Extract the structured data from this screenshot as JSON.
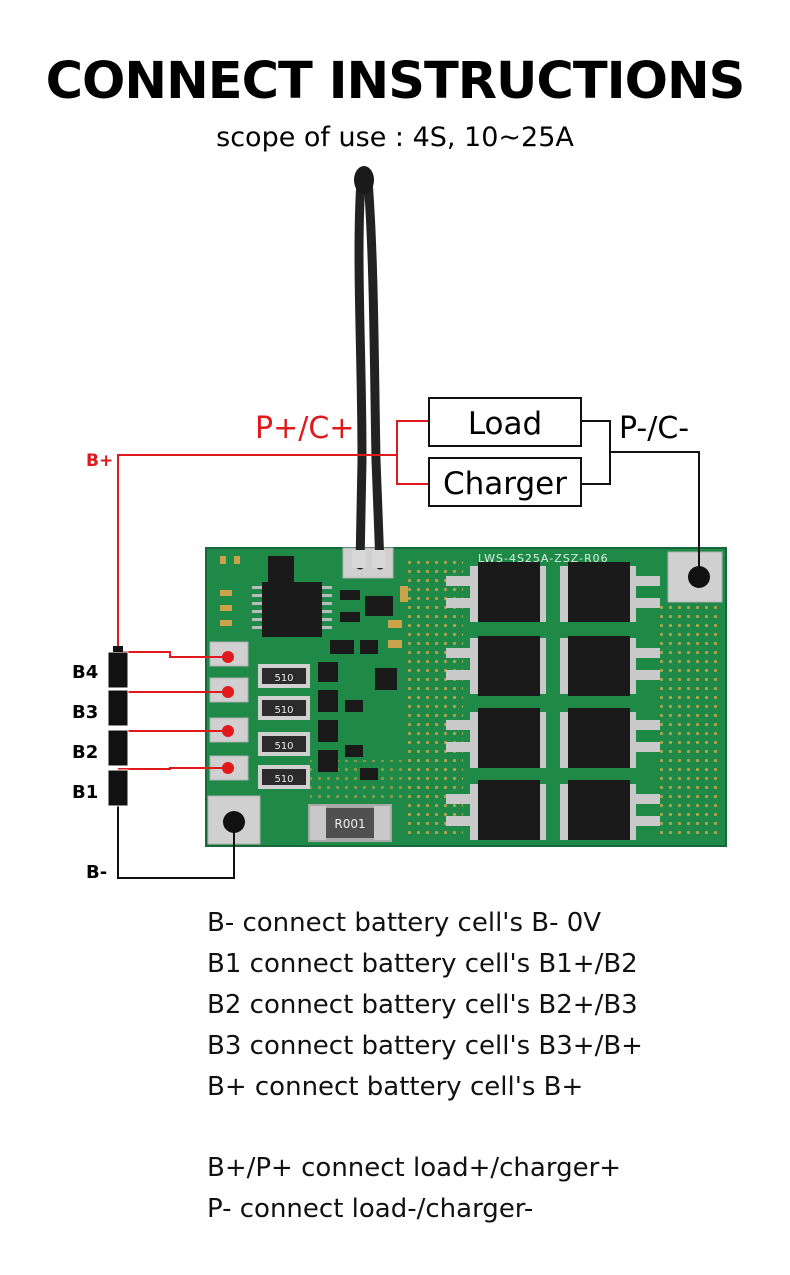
{
  "header": {
    "title": "CONNECT INSTRUCTIONS",
    "subtitle": "scope of use : 4S, 10~25A"
  },
  "diagram": {
    "load_label": "Load",
    "charger_label": "Charger",
    "positive_label": "P+/C+",
    "negative_label": "P-/C-",
    "bplus_label": "B+",
    "bminus_label": "B-",
    "cells": [
      "B4",
      "B3",
      "B2",
      "B1"
    ],
    "board_marking": "LWS-4S25A-ZSZ-R06",
    "resistor_marking": "R001",
    "shunt_marking": "510",
    "colors": {
      "positive_wire": "#e0191c",
      "negative_wire": "#111111",
      "pcb": "#1f8a47"
    }
  },
  "instructions": {
    "lines": [
      "B- connect battery cell's B- 0V",
      "B1 connect battery cell's B1+/B2",
      "B2 connect battery cell's B2+/B3",
      "B3 connect battery cell's B3+/B+",
      "B+ connect battery cell's B+"
    ],
    "lines2": [
      "B+/P+ connect load+/charger+",
      "P- connect load-/charger-"
    ]
  }
}
